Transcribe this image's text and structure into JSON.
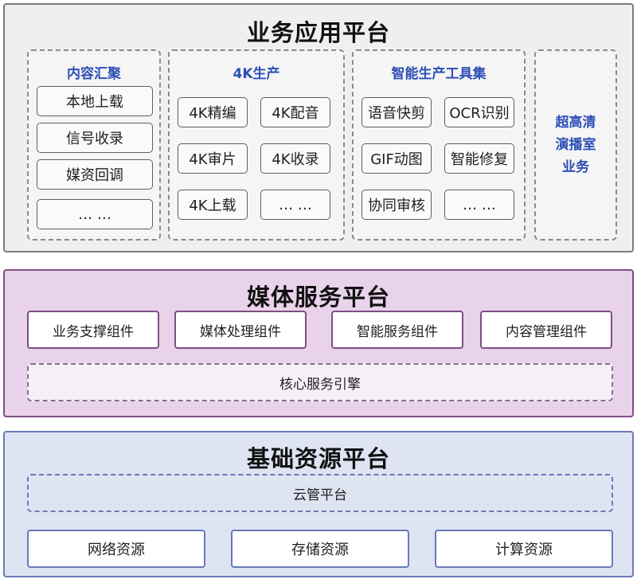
{
  "app_layer": {
    "title": "业务应用平台",
    "content_aggregation": {
      "title": "内容汇聚",
      "items": [
        "本地上载",
        "信号收录",
        "媒资回调",
        "… …"
      ]
    },
    "production_4k": {
      "title": "4K生产",
      "items": [
        "4K精编",
        "4K配音",
        "4K审片",
        "4K收录",
        "4K上载",
        "… …"
      ]
    },
    "smart_tools": {
      "title": "智能生产工具集",
      "items": [
        "语音快剪",
        "OCR识别",
        "GIF动图",
        "智能修复",
        "协同审核",
        "… …"
      ]
    },
    "uhd_studio": {
      "lines": [
        "超高清",
        "演播室",
        "业务"
      ]
    }
  },
  "media_layer": {
    "title": "媒体服务平台",
    "components": [
      "业务支撑组件",
      "媒体处理组件",
      "智能服务组件",
      "内容管理组件"
    ],
    "engine": "核心服务引擎"
  },
  "infra_layer": {
    "title": "基础资源平台",
    "cloud": "云管平台",
    "resources": [
      "网络资源",
      "存储资源",
      "计算资源"
    ]
  },
  "colors": {
    "app_bg": "#efeff0",
    "media_bg": "#e9d3ea",
    "infra_bg": "#dfe4f3",
    "group_title": "#2d4fb6"
  }
}
